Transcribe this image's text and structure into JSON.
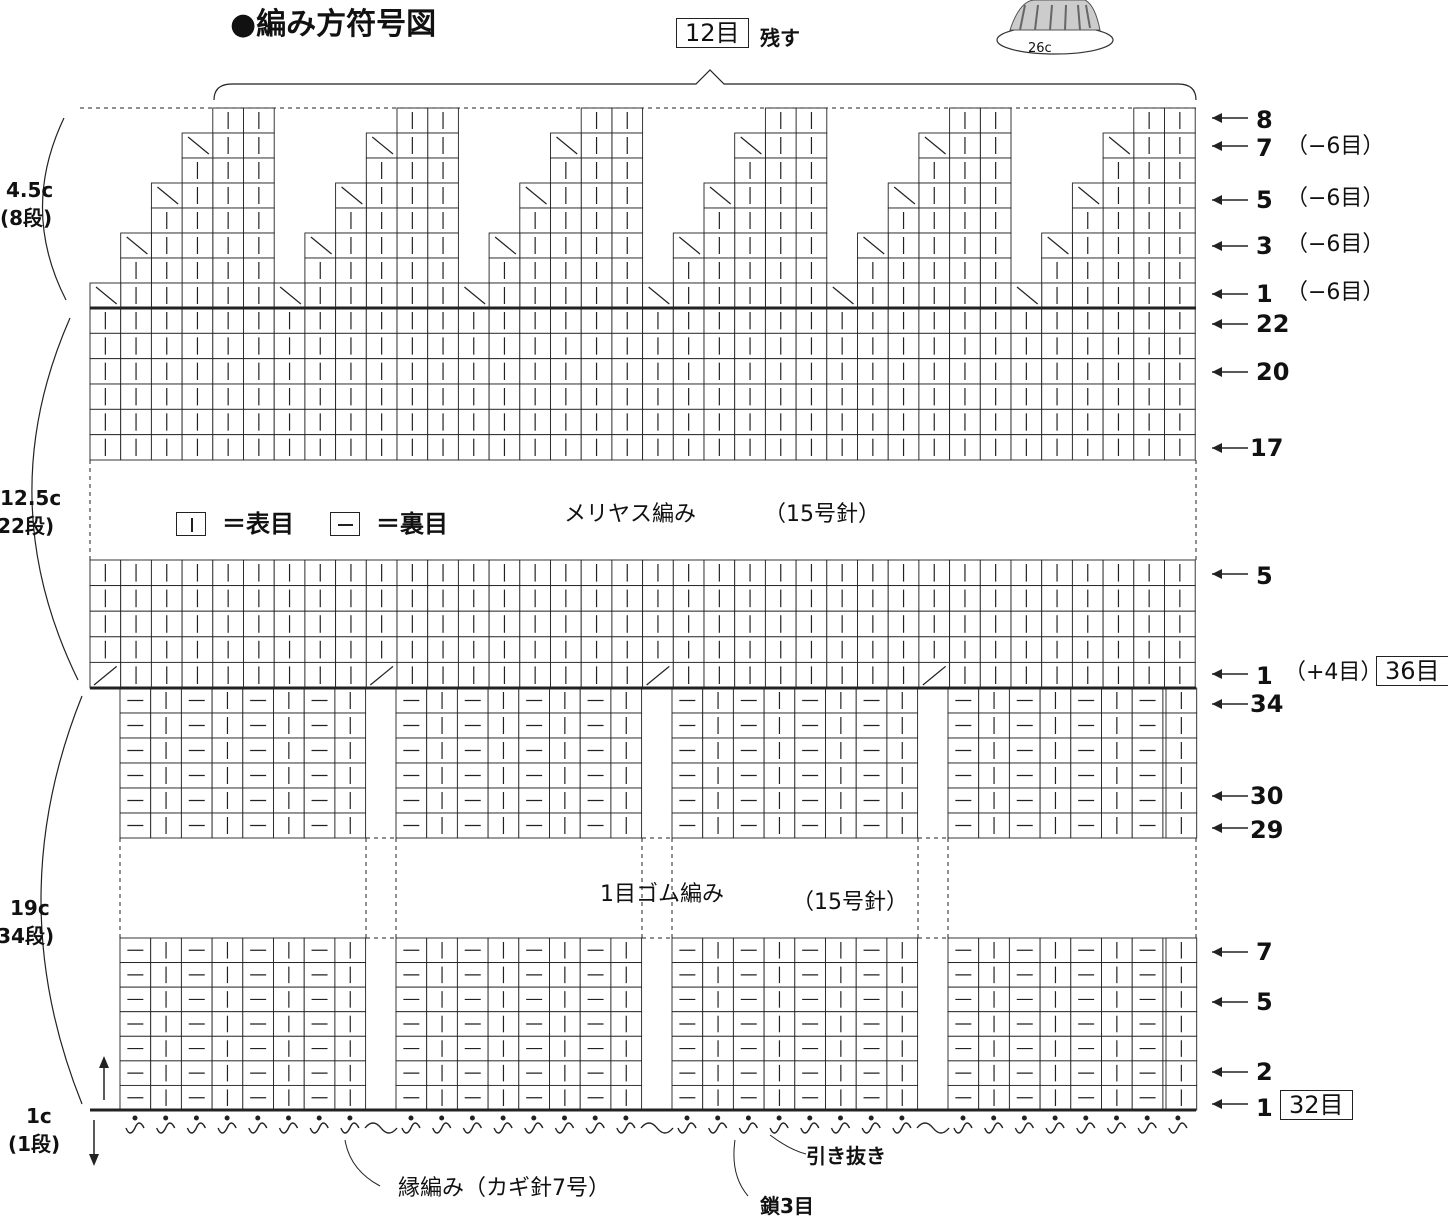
{
  "title": "●編み方符号図",
  "top_note": {
    "count": "12目",
    "label": "残す"
  },
  "thumb_label": "26c",
  "section_left": [
    {
      "size": "4.5c",
      "rows": "(8段)"
    },
    {
      "size": "12.5c",
      "rows": "(22段)"
    },
    {
      "size": "19c",
      "rows": "(34段)"
    },
    {
      "size": "1c",
      "rows": "(1段)"
    }
  ],
  "legend": {
    "knit": "＝表目",
    "purl": "＝裏目"
  },
  "stockinette": {
    "name": "メリヤス編み",
    "needle": "（15号針）"
  },
  "ribbing": {
    "name": "1目ゴム編み",
    "needle": "（15号針）"
  },
  "edging": {
    "name": "縁編み（カギ針7号）",
    "slip": "引き抜き",
    "chain": "鎖3目"
  },
  "crown_rows": [
    {
      "row": "8",
      "dec": ""
    },
    {
      "row": "7",
      "dec": "（−6目）"
    },
    {
      "row": "5",
      "dec": "（−6目）"
    },
    {
      "row": "3",
      "dec": "（−6目）"
    },
    {
      "row": "1",
      "dec": "（−6目）"
    }
  ],
  "stock_rows_top": [
    "22",
    "20",
    "17"
  ],
  "stock_rows_bottom": [
    {
      "row": "5",
      "note": "",
      "count": ""
    },
    {
      "row": "1",
      "note": "（+4目）",
      "count": "36目"
    }
  ],
  "rib_rows": [
    {
      "row": "34",
      "count": ""
    },
    {
      "row": "30",
      "count": ""
    },
    {
      "row": "29",
      "count": ""
    },
    {
      "row": "7",
      "count": ""
    },
    {
      "row": "5",
      "count": ""
    },
    {
      "row": "2",
      "count": ""
    },
    {
      "row": "1",
      "count": "32目"
    }
  ]
}
